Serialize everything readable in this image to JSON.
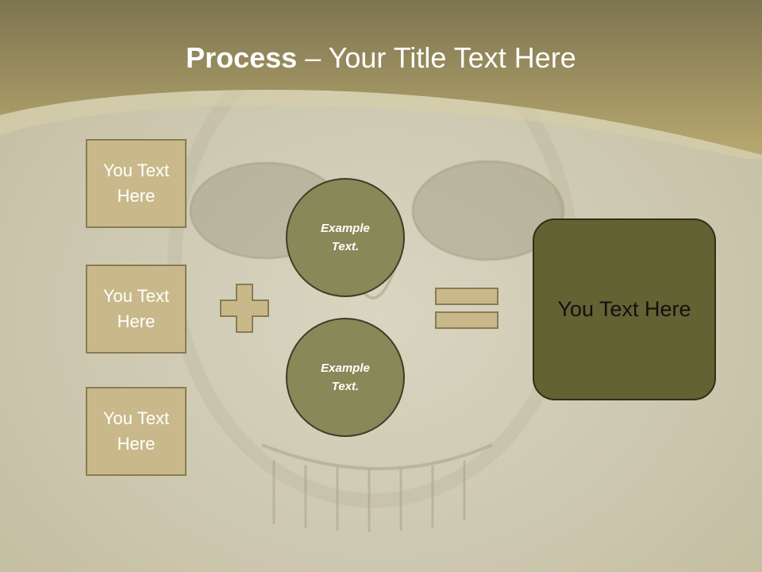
{
  "title": {
    "strong": "Process",
    "rest": " – Your Title Text Here"
  },
  "left_boxes": [
    {
      "text": "You Text Here"
    },
    {
      "text": "You Text Here"
    },
    {
      "text": "You Text Here"
    }
  ],
  "circles": [
    {
      "text": "Example Text."
    },
    {
      "text": "Example Text."
    }
  ],
  "result": {
    "text": "You Text Here"
  },
  "colors": {
    "header_top": "#7d7550",
    "header_bottom": "#b8a86f",
    "box_fill": "#c9b98a",
    "circle_fill": "#888858",
    "result_fill": "#626233"
  },
  "icons": {
    "operator_1": "plus-icon",
    "operator_2": "equals-icon"
  }
}
